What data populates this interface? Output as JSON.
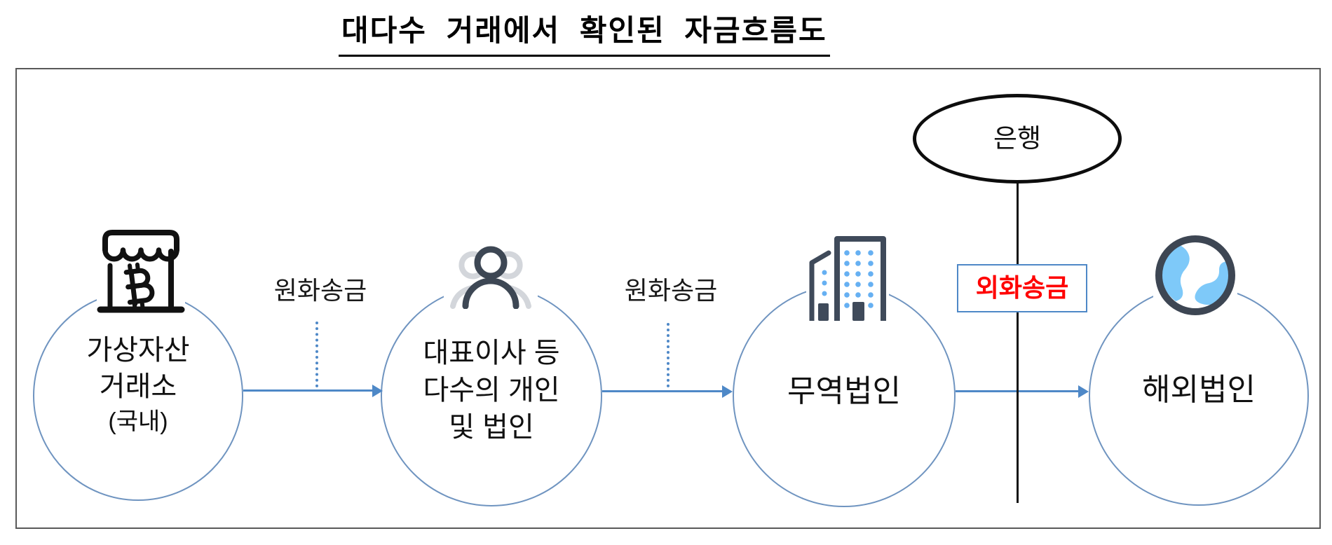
{
  "title": "대다수 거래에서 확인된 자금흐름도",
  "nodes": [
    {
      "id": "crypto-exchange",
      "icon": "bitcoin-storefront-icon",
      "lines": [
        "가상자산",
        "거래소",
        "(국내)"
      ]
    },
    {
      "id": "individuals",
      "icon": "people-icon",
      "lines": [
        "대표이사 등",
        "다수의 개인",
        "및 법인"
      ]
    },
    {
      "id": "trading-corp",
      "icon": "buildings-icon",
      "lines": [
        "무역법인"
      ]
    },
    {
      "id": "overseas-corp",
      "icon": "globe-icon",
      "lines": [
        "해외법인"
      ]
    }
  ],
  "bank": {
    "label": "은행"
  },
  "edges": {
    "krw_transfer_1": "원화송금",
    "krw_transfer_2": "원화송금",
    "fx_transfer": "외화송금"
  },
  "colors": {
    "arrow_blue": "#4e88c7",
    "circle_border_blue": "#6f94c0",
    "fx_label_red": "#ff0000",
    "frame_gray": "#595959",
    "icon_dark_slate": "#3f4a5a",
    "icon_light_gray": "#d3d6db",
    "icon_window_blue": "#66b0f2",
    "globe_land_blue": "#7ec9f9"
  }
}
